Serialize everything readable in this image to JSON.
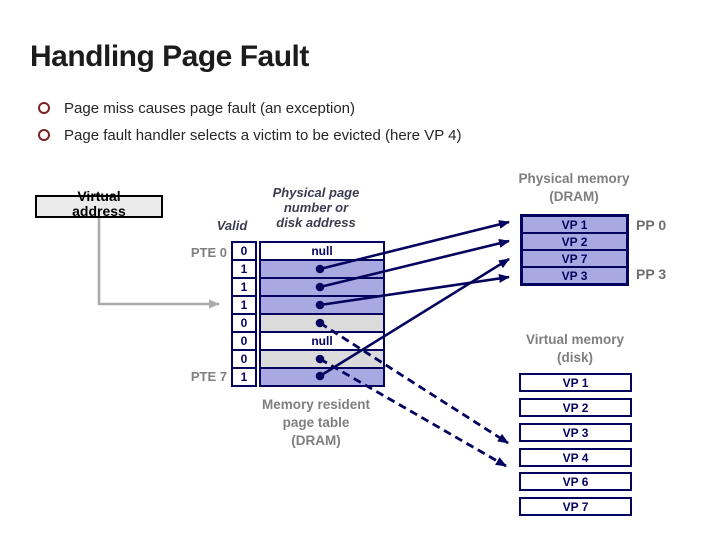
{
  "slide": {
    "title": "Handling Page Fault",
    "bullets": [
      "Page miss causes page fault (an exception)",
      "Page fault handler selects a victim to be evicted (here VP 4)"
    ]
  },
  "colors": {
    "navy_line": "#04045f",
    "resident_cell_purple": "#a9a9e2",
    "disk_cell_gray": "#dbdbdb",
    "caption_gray": "#7f7f7f",
    "bullet_ring_red": "#7a2323",
    "virtual_address_arrow_gray": "#ababab"
  },
  "diagram": {
    "virtual_address_label": "Virtual address",
    "valid_header": "Valid",
    "ppn_header_lines": [
      "Physical page",
      "number or",
      "disk address"
    ],
    "page_table": {
      "row_label_top": "PTE 0",
      "row_label_bottom": "PTE 7",
      "rows": [
        {
          "valid": "0",
          "value": "null",
          "state": "null"
        },
        {
          "valid": "1",
          "value": "",
          "state": "resident"
        },
        {
          "valid": "1",
          "value": "",
          "state": "resident"
        },
        {
          "valid": "1",
          "value": "",
          "state": "resident"
        },
        {
          "valid": "0",
          "value": "",
          "state": "disk"
        },
        {
          "valid": "0",
          "value": "null",
          "state": "null"
        },
        {
          "valid": "0",
          "value": "",
          "state": "disk"
        },
        {
          "valid": "1",
          "value": "",
          "state": "resident"
        }
      ],
      "caption_lines": [
        "Memory resident",
        "page table",
        "(DRAM)"
      ]
    },
    "physical_memory": {
      "caption_lines": [
        "Physical memory",
        "(DRAM)"
      ],
      "pages": [
        "VP 1",
        "VP 2",
        "VP 7",
        "VP 3"
      ],
      "pp_label_top": "PP 0",
      "pp_label_bottom": "PP 3"
    },
    "disk": {
      "caption_lines": [
        "Virtual memory",
        "(disk)"
      ],
      "pages": [
        "VP 1",
        "VP 2",
        "VP 3",
        "VP 4",
        "VP 6",
        "VP 7"
      ]
    },
    "connections": [
      {
        "from": "Virtual address",
        "to": "PTE 3",
        "style": "solid-gray"
      },
      {
        "from": "PTE 1",
        "to": "VP 1 (PP 0)",
        "style": "solid"
      },
      {
        "from": "PTE 2",
        "to": "VP 2",
        "style": "solid"
      },
      {
        "from": "PTE 3",
        "to": "VP 3 (PP 3)",
        "style": "solid"
      },
      {
        "from": "PTE 7",
        "to": "VP 7",
        "style": "solid"
      },
      {
        "from": "PTE 4",
        "to": "VP 4 on disk",
        "style": "dashed"
      },
      {
        "from": "PTE 6",
        "to": "VP 6 on disk",
        "style": "dashed"
      }
    ]
  }
}
